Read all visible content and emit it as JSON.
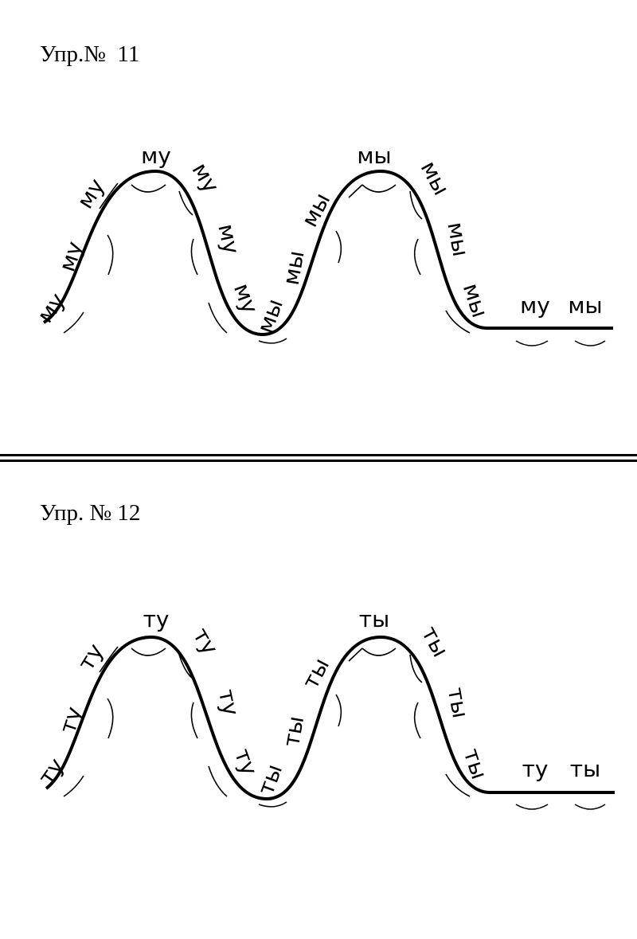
{
  "exercise_11": {
    "title": "Упр.№  11",
    "syllables": [
      "му",
      "му",
      "му",
      "му",
      "му",
      "му",
      "му",
      "мы",
      "мы",
      "мы",
      "мы",
      "мы",
      "мы",
      "мы",
      "му",
      "мы"
    ]
  },
  "exercise_12": {
    "title": "Упр. № 12",
    "syllables": [
      "ту",
      "ту",
      "ту",
      "ту",
      "ту",
      "ту",
      "ту",
      "ты",
      "ты",
      "ты",
      "ты",
      "ты",
      "ты",
      "ты",
      "ту",
      "ты"
    ]
  },
  "colors": {
    "ink": "#000000",
    "paper": "#ffffff"
  }
}
